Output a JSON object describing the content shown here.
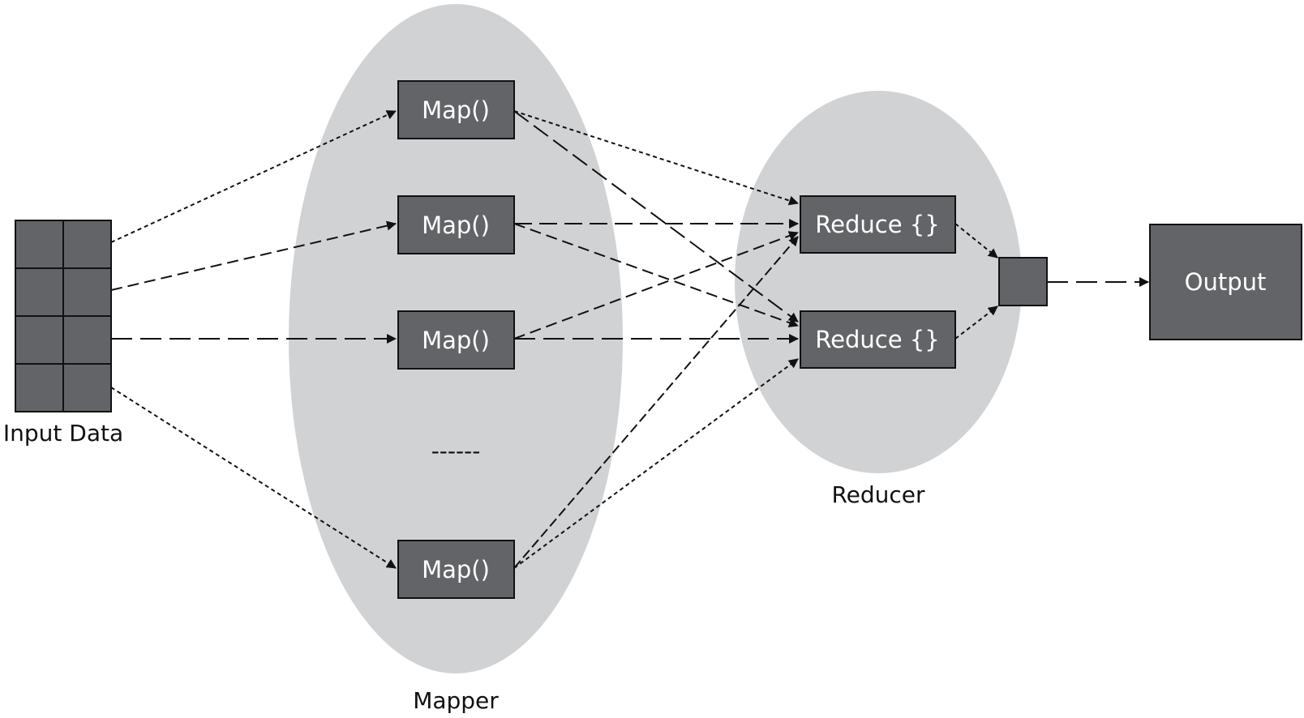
{
  "colors": {
    "cluster": "#d1d2d4",
    "node": "#636467",
    "text_on_node": "#ffffff",
    "edge": "#111111"
  },
  "labels": {
    "input": "Input Data",
    "mapper": "Mapper",
    "reducer": "Reducer",
    "ellipsis": "------"
  },
  "nodes": {
    "map": [
      "Map()",
      "Map()",
      "Map()",
      "Map()"
    ],
    "reduce": [
      "Reduce {}",
      "Reduce {}"
    ],
    "output": "Output"
  },
  "edges": [
    {
      "from": "input",
      "to": "map-1"
    },
    {
      "from": "input",
      "to": "map-2"
    },
    {
      "from": "input",
      "to": "map-3"
    },
    {
      "from": "input",
      "to": "map-4"
    },
    {
      "from": "map-1",
      "to": "reduce-1"
    },
    {
      "from": "map-1",
      "to": "reduce-2"
    },
    {
      "from": "map-2",
      "to": "reduce-1"
    },
    {
      "from": "map-2",
      "to": "reduce-2"
    },
    {
      "from": "map-3",
      "to": "reduce-1"
    },
    {
      "from": "map-3",
      "to": "reduce-2"
    },
    {
      "from": "map-4",
      "to": "reduce-1"
    },
    {
      "from": "map-4",
      "to": "reduce-2"
    },
    {
      "from": "reduce-1",
      "to": "merge"
    },
    {
      "from": "reduce-2",
      "to": "merge"
    },
    {
      "from": "merge",
      "to": "output"
    }
  ]
}
